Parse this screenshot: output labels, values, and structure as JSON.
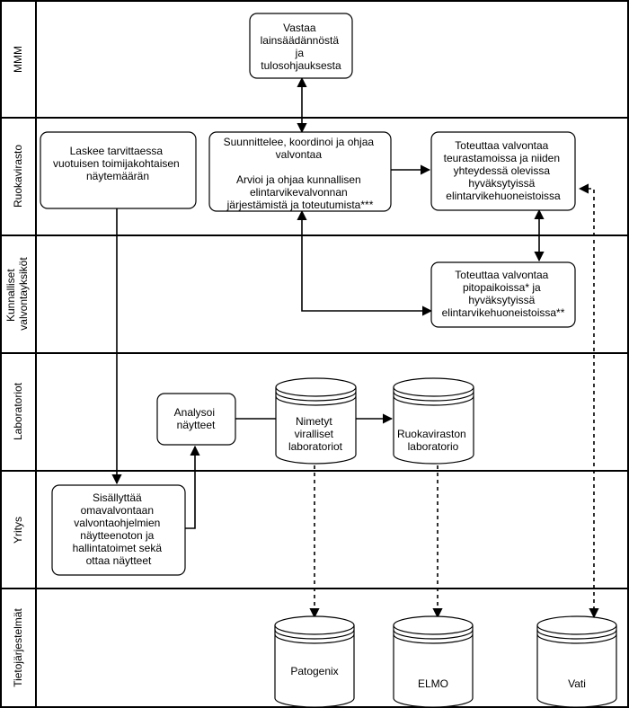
{
  "lanes": [
    {
      "id": "mmm",
      "label": "MMM"
    },
    {
      "id": "ruokavirasto",
      "label": "Ruokavirasto"
    },
    {
      "id": "kunnalliset",
      "label_lines": [
        "Kunnalliset",
        "valvontayksiköt"
      ]
    },
    {
      "id": "laboratoriot",
      "label": "Laboratoriot"
    },
    {
      "id": "yritys",
      "label": "Yritys"
    },
    {
      "id": "tietojarjestelmat",
      "label": "Tietojärjestelmät"
    }
  ],
  "nodes": {
    "mmm_box": {
      "lines": [
        "Vastaa",
        "lainsäädännöstä",
        "ja",
        "tulosohjauksesta"
      ]
    },
    "laskee_box": {
      "lines": [
        "Laskee tarvittaessa",
        "vuotuisen toimijakohtaisen",
        "näytemäärän"
      ]
    },
    "suunnittelee_box": {
      "lines": [
        "Suunnittelee, koordinoi ja ohjaa",
        "valvontaa",
        "",
        "Arvioi ja ohjaa kunnallisen",
        "elintarvikevalvonnan",
        "järjestämistä ja toteutumista***"
      ]
    },
    "toteuttaa_ruoka_box": {
      "lines": [
        "Toteuttaa valvontaa",
        "teurastamoissa ja niiden",
        "yhteydessä olevissa",
        "hyväksytyissä",
        "elintarvikehuoneistoissa"
      ]
    },
    "toteuttaa_kunta_box": {
      "lines": [
        "Toteuttaa valvontaa",
        "pitopaikoissa* ja",
        "hyväksytyissä",
        "elintarvikehuoneistoissa**"
      ]
    },
    "analysoi_box": {
      "lines": [
        "Analysoi",
        "näytteet"
      ]
    },
    "nimetyt_db": {
      "lines": [
        "Nimetyt",
        "viralliset",
        "laboratoriot"
      ]
    },
    "ruokaviraston_lab_db": {
      "lines": [
        "Ruokaviraston",
        "laboratorio"
      ]
    },
    "sisallyttaa_box": {
      "lines": [
        "Sisällyttää",
        "omavalvontaan",
        "valvontaohjelmien",
        "näytteenoton ja",
        "hallintatoimet sekä",
        "ottaa näytteet"
      ]
    },
    "patogenix_db": {
      "lines": [
        "Patogenix"
      ]
    },
    "elmo_db": {
      "lines": [
        "ELMO"
      ]
    },
    "vati_db": {
      "lines": [
        "Vati"
      ]
    }
  },
  "connectors": [
    {
      "id": "mmm-ruokavirasto",
      "style": "solid",
      "arrows": "both"
    },
    {
      "id": "suunnittelee-toteuttaa-ruoka",
      "style": "solid",
      "arrows": "end"
    },
    {
      "id": "suunnittelee-toteuttaa-kunta",
      "style": "solid",
      "arrows": "both"
    },
    {
      "id": "toteuttaa-ruoka-kunta",
      "style": "solid",
      "arrows": "both"
    },
    {
      "id": "laskee-sisallyttaa",
      "style": "solid",
      "arrows": "end"
    },
    {
      "id": "sisallyttaa-analysoi",
      "style": "solid",
      "arrows": "end"
    },
    {
      "id": "analysoi-nimetyt",
      "style": "solid",
      "arrows": "none"
    },
    {
      "id": "nimetyt-ruokaviraston-lab",
      "style": "solid",
      "arrows": "end"
    },
    {
      "id": "nimetyt-patogenix",
      "style": "dashed",
      "arrows": "end"
    },
    {
      "id": "ruokaviraston-lab-elmo",
      "style": "dashed",
      "arrows": "end"
    },
    {
      "id": "vati-toteuttaa-ruoka",
      "style": "dashed",
      "arrows": "both"
    }
  ],
  "colors": {
    "stroke": "#000000",
    "fill": "#ffffff",
    "text": "#000000"
  }
}
